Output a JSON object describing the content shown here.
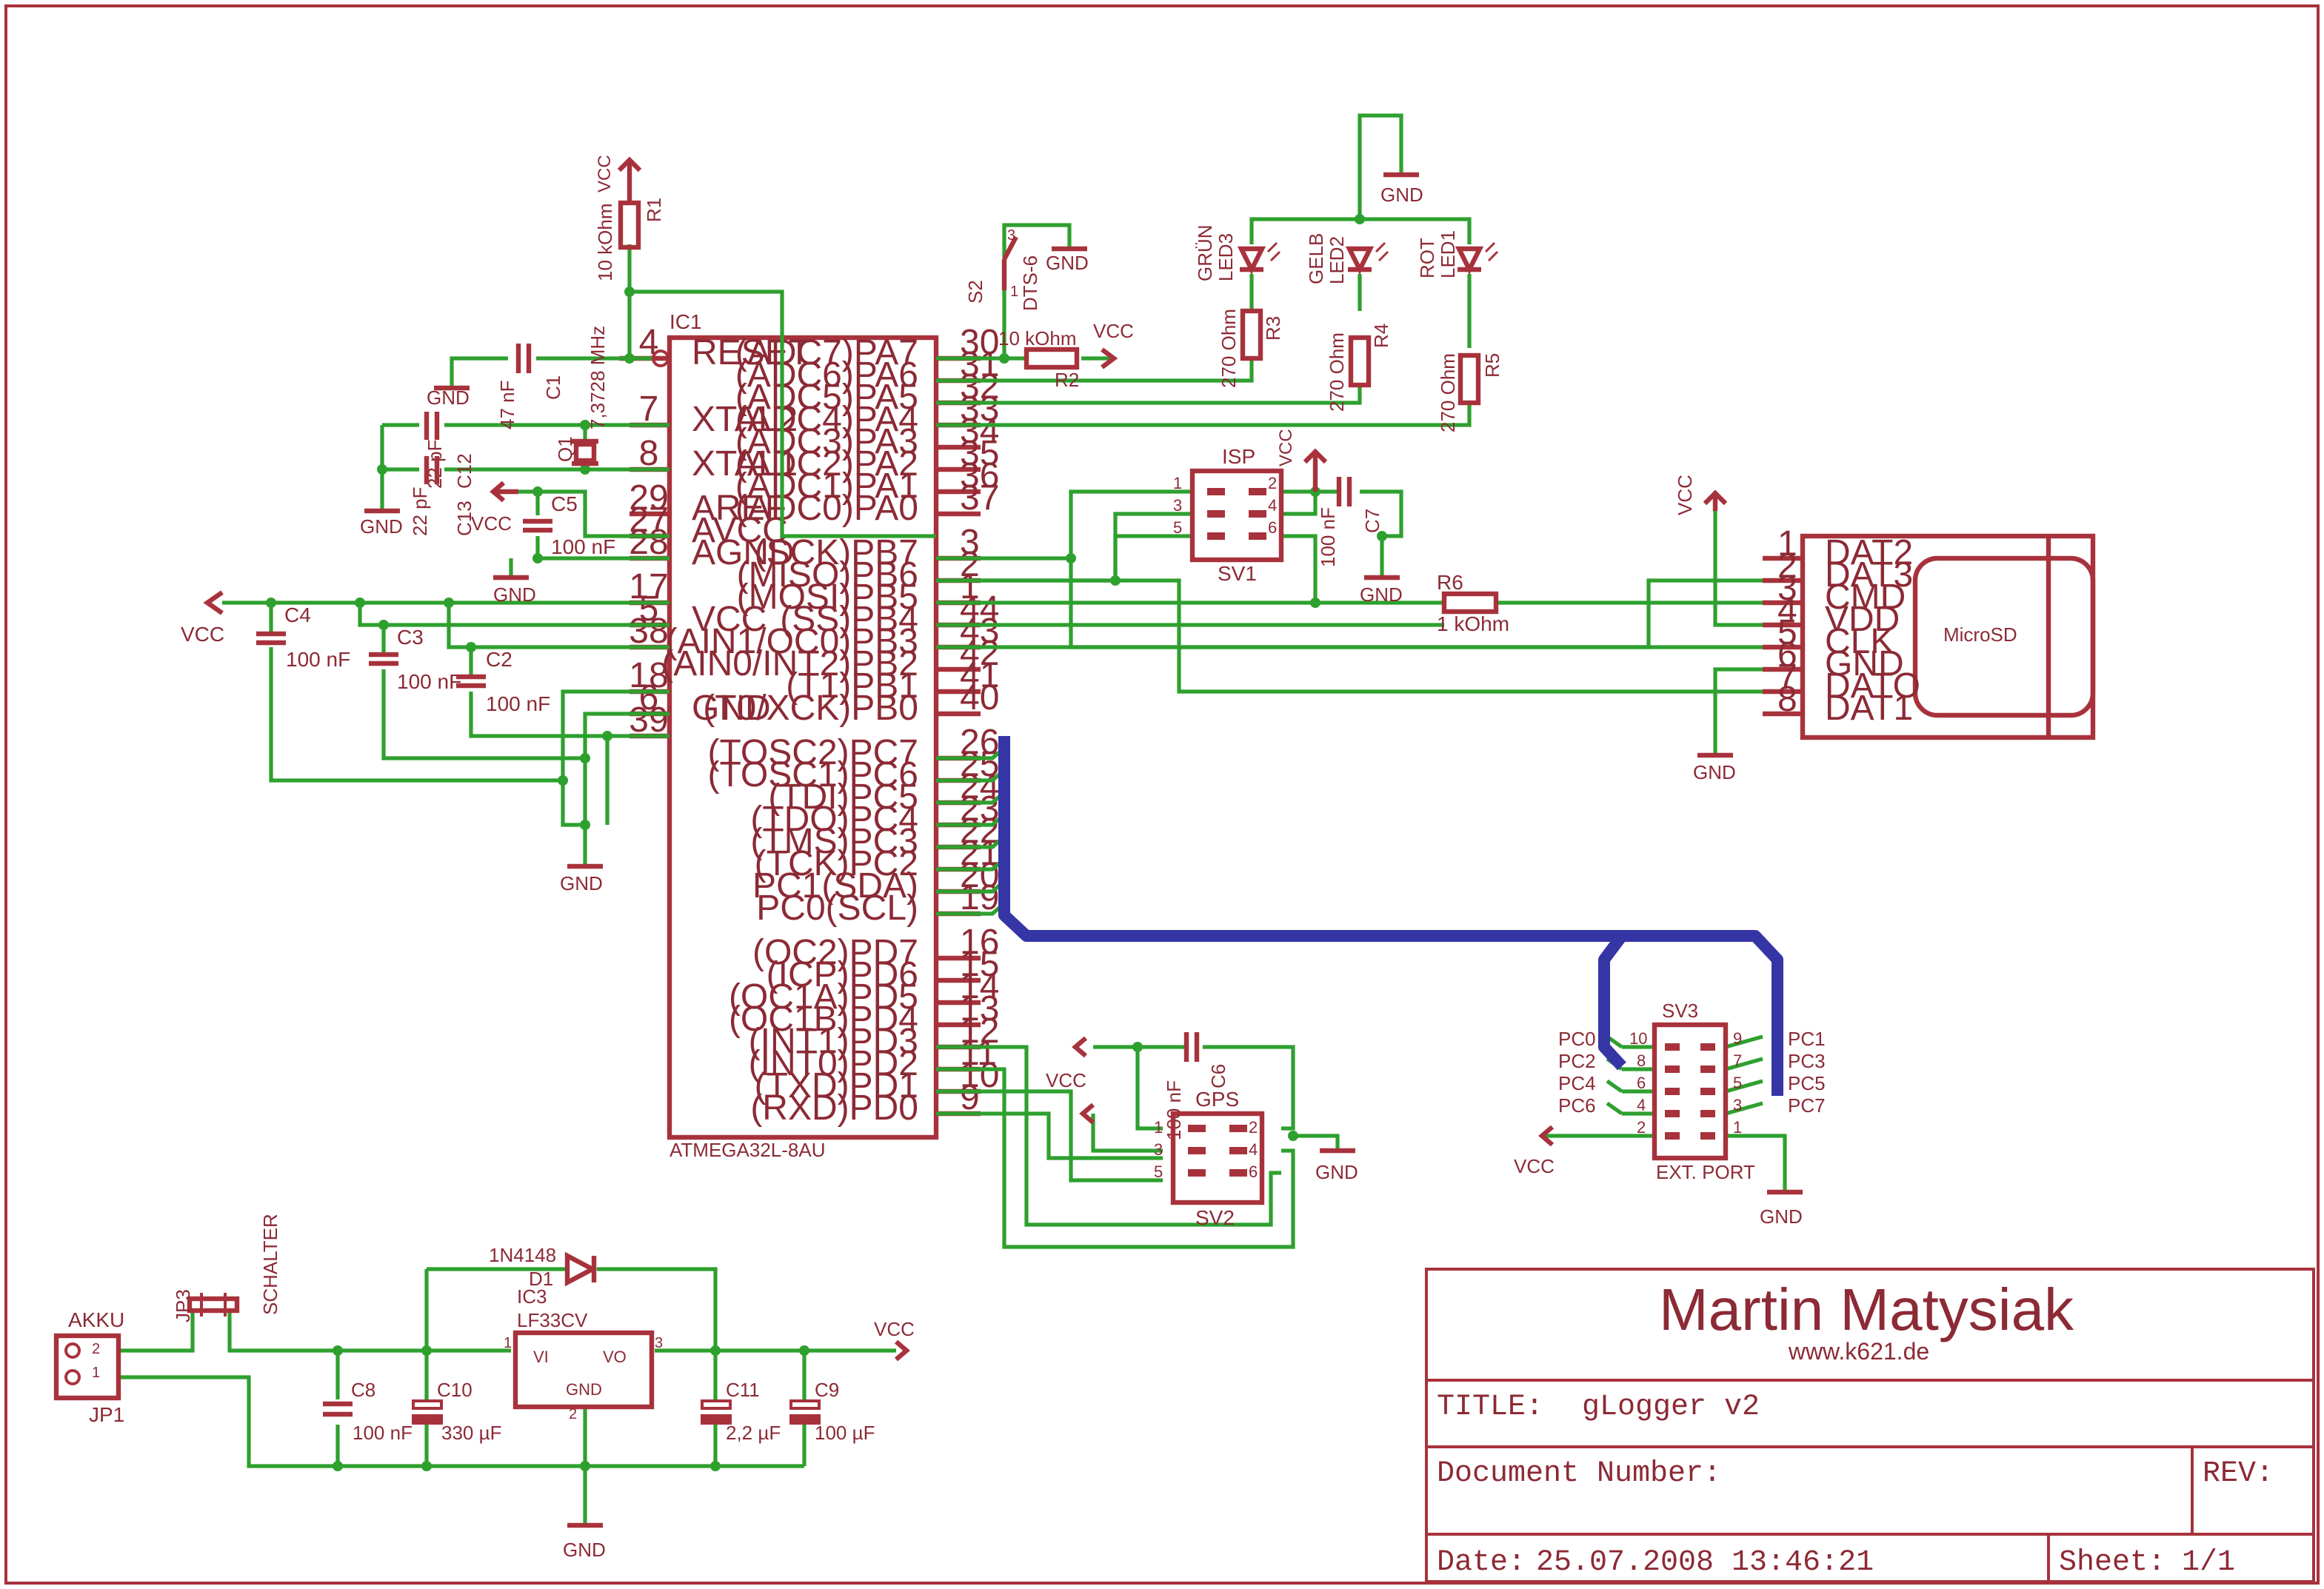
{
  "title_block": {
    "author": "Martin Matysiak",
    "website": "www.k621.de",
    "title_label": "TITLE:",
    "title_value": "gLogger v2",
    "document_number_label": "Document Number:",
    "rev_label": "REV:",
    "date_label": "Date:",
    "date_value": "25.07.2008 13:46:21",
    "sheet_label": "Sheet:",
    "sheet_value": "1/1"
  },
  "mcu": {
    "name": "IC1",
    "part": "ATMEGA32L-8AU",
    "left_pins": [
      {
        "num": "4",
        "label": "RESET"
      },
      {
        "num": "7",
        "label": "XTAL2"
      },
      {
        "num": "8",
        "label": "XTAL1"
      },
      {
        "num": "29",
        "label": "AREF"
      },
      {
        "num": "27",
        "label": "AVCC"
      },
      {
        "num": "28",
        "label": "AGND"
      },
      {
        "num": "17",
        "label": ""
      },
      {
        "num": "5",
        "label": "VCC"
      },
      {
        "num": "38",
        "label": ""
      },
      {
        "num": "18",
        "label": ""
      },
      {
        "num": "6",
        "label": "GND"
      },
      {
        "num": "39",
        "label": ""
      }
    ],
    "right_pins": [
      {
        "num": "30",
        "label": "(ADC7)PA7"
      },
      {
        "num": "31",
        "label": "(ADC6)PA6"
      },
      {
        "num": "32",
        "label": "(ADC5)PA5"
      },
      {
        "num": "33",
        "label": "(ADC4)PA4"
      },
      {
        "num": "34",
        "label": "(ADC3)PA3"
      },
      {
        "num": "35",
        "label": "(ADC2)PA2"
      },
      {
        "num": "36",
        "label": "(ADC1)PA1"
      },
      {
        "num": "37",
        "label": "(ADC0)PA0"
      },
      {
        "num": "3",
        "label": "(SCK)PB7"
      },
      {
        "num": "2",
        "label": "(MISO)PB6"
      },
      {
        "num": "1",
        "label": "(MOSI)PB5"
      },
      {
        "num": "44",
        "label": "(SS)PB4"
      },
      {
        "num": "43",
        "label": "(AIN1/OC0)PB3"
      },
      {
        "num": "42",
        "label": "(AIN0/INT2)PB2"
      },
      {
        "num": "41",
        "label": "(T1)PB1"
      },
      {
        "num": "40",
        "label": "(T0/XCK)PB0"
      },
      {
        "num": "26",
        "label": "(TOSC2)PC7"
      },
      {
        "num": "25",
        "label": "(TOSC1)PC6"
      },
      {
        "num": "24",
        "label": "(TDI)PC5"
      },
      {
        "num": "23",
        "label": "(TDO)PC4"
      },
      {
        "num": "22",
        "label": "(TMS)PC3"
      },
      {
        "num": "21",
        "label": "(TCK)PC2"
      },
      {
        "num": "20",
        "label": "PC1(SDA)"
      },
      {
        "num": "19",
        "label": "PC0(SCL)"
      },
      {
        "num": "16",
        "label": "(OC2)PD7"
      },
      {
        "num": "15",
        "label": "(ICP)PD6"
      },
      {
        "num": "14",
        "label": "(OC1A)PD5"
      },
      {
        "num": "13",
        "label": "(OC1B)PD4"
      },
      {
        "num": "12",
        "label": "(INT1)PD3"
      },
      {
        "num": "11",
        "label": "(INT0)PD2"
      },
      {
        "num": "10",
        "label": "(TXD)PD1"
      },
      {
        "num": "9",
        "label": "(RXD)PD0"
      }
    ]
  },
  "labels": {
    "vcc": "VCC",
    "gnd": "GND",
    "r1": "R1",
    "r1_val": "10 kOhm",
    "r2": "R2",
    "r2_val": "10 kOhm",
    "r3": "R3",
    "r3_val": "270 Ohm",
    "r4": "R4",
    "r4_val": "270 Ohm",
    "r5": "R5",
    "r5_val": "270 Ohm",
    "r6": "R6",
    "r6_val": "1 kOhm",
    "c1": "C1",
    "c1_val": "47 nF",
    "q1": "Q1",
    "q1_val": "7,3728 MHz",
    "c12": "C12",
    "c12_val": "22 pF",
    "c13": "C13",
    "c13_val": "22 pF",
    "c5": "C5",
    "c5_val": "100 nF",
    "c4": "C4",
    "c4_val": "100 nF",
    "c3": "C3",
    "c3_val": "100 nF",
    "c2": "C2",
    "c2_val": "100 nF",
    "c7": "C7",
    "c7_val": "100 nF",
    "c6": "C6",
    "c6_val": "100 nF",
    "s2": "S2",
    "s2_part": "DTS-6",
    "led3": "LED3",
    "led3_col": "GRÜN",
    "led2": "LED2",
    "led2_col": "GELB",
    "led1": "LED1",
    "led1_col": "ROT",
    "isp": "ISP",
    "sv1": "SV1",
    "gps": "GPS",
    "sv2": "SV2",
    "sv3": "SV3",
    "ext_port": "EXT. PORT",
    "microsd": "MicroSD",
    "sd_pins": [
      "DAT2",
      "DAT3",
      "CMD",
      "VDD",
      "CLK",
      "GND",
      "DATO",
      "DAT1"
    ],
    "sv3_left": [
      "PC0",
      "PC2",
      "PC4",
      "PC6"
    ],
    "sv3_right": [
      "PC1",
      "PC3",
      "PC5",
      "PC7"
    ],
    "akku": "AKKU",
    "jp1": "JP1",
    "jp3": "JP3",
    "schalter": "SCHALTER",
    "d1": "D1",
    "d1_val": "1N4148",
    "ic3": "IC3",
    "ic3_part": "LF33CV",
    "vi": "VI",
    "vo": "VO",
    "c8": "C8",
    "c8_val": "100 nF",
    "c10": "C10",
    "c10_val": "330 µF",
    "c11": "C11",
    "c11_val": "2,2 µF",
    "c9": "C9",
    "c9_val": "100 µF"
  },
  "colors": {
    "wire": "#2ea02e",
    "symbol": "#a8323c",
    "bus": "#3535a6",
    "text": "#8c2a35"
  }
}
